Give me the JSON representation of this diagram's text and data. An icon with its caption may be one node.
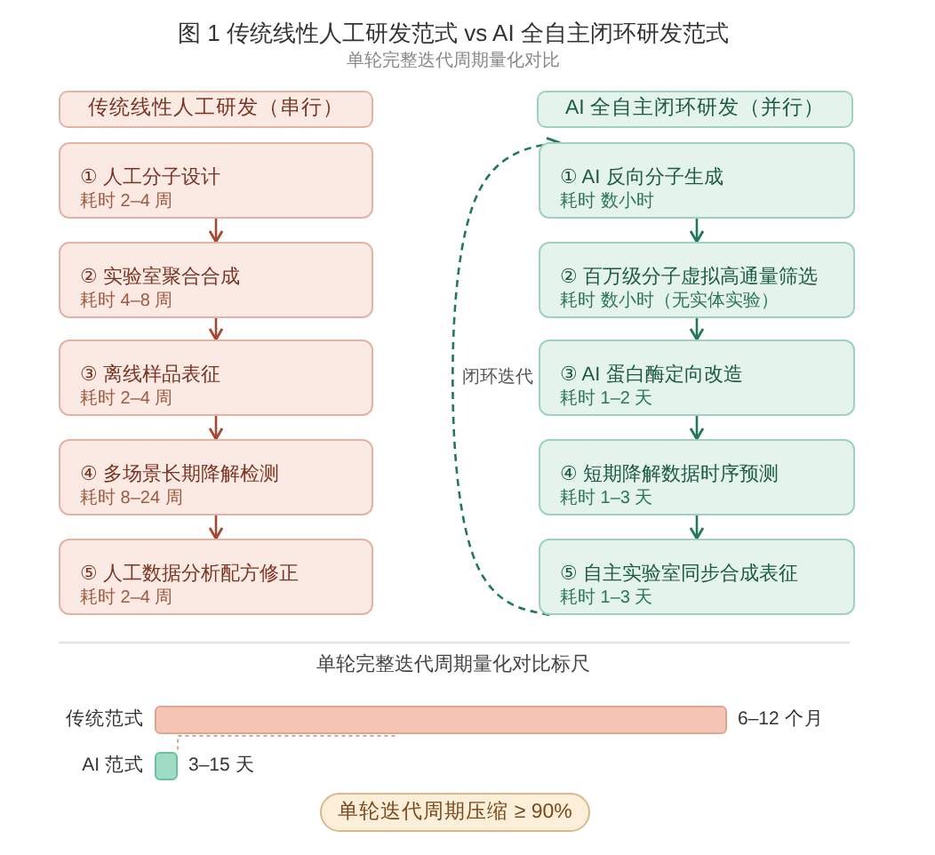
{
  "diagram": {
    "title": "图 1 传统线性人工研发范式 vs AI 全自主闭环研发范式",
    "nodes": [
      {
        "text": [
          "传统线性人工研发（串行）"
        ]
      },
      {
        "text": [
          "① 人工分子设计",
          "耗时 2–4 周"
        ]
      },
      {
        "text": [
          "② 实验室聚合合成",
          "耗时 4–8 周"
        ]
      },
      {
        "text": [
          "③ 离线样品表征",
          "耗时 2–4 周"
        ]
      },
      {
        "text": [
          "④ 多场景长期降解检测",
          "耗时 8–24 周"
        ]
      },
      {
        "text": [
          "⑤ 人工数据分析配方修正",
          "耗时 2–4 周"
        ]
      },
      {
        "text": [
          "AI 全自主闭环研发（并行）"
        ]
      },
      {
        "text": [
          "① AI 反向分子生成",
          "耗时 数小时"
        ]
      },
      {
        "text": [
          "② 百万级分子虚拟高通量筛选",
          "耗时 数小时（无实体实验）"
        ]
      },
      {
        "text": [
          "③ AI 蛋白酶定向改造",
          "耗时 1–2 天"
        ]
      },
      {
        "text": [
          "④ 短期降解数据时序预测",
          "耗时 1–3 天"
        ]
      },
      {
        "text": [
          "⑤ 自主实验室同步合成表征",
          "耗时 1–3 天"
        ]
      },
      {
        "text": [],
        "shape": "bar",
        "beside": [
          "传统范式",
          "6–12 个月"
        ]
      },
      {
        "text": [],
        "shape": "bar",
        "beside": [
          "AI 范式",
          "3–15 天"
        ]
      },
      {
        "text": [
          "单轮迭代周期压缩 ≥ 90%"
        ]
      }
    ],
    "edges": [
      {
        "from": 1,
        "to": 2,
        "arrow": "to",
        "color": "#a4482f"
      },
      {
        "from": 2,
        "to": 3,
        "arrow": "to",
        "color": "#a4482f"
      },
      {
        "from": 3,
        "to": 4,
        "arrow": "to",
        "color": "#a4482f"
      },
      {
        "from": 4,
        "to": 5,
        "arrow": "to",
        "color": "#a4482f"
      },
      {
        "from": 7,
        "to": 8,
        "arrow": "to",
        "color": "#1f7a55"
      },
      {
        "from": 8,
        "to": 9,
        "arrow": "to",
        "color": "#1f7a55"
      },
      {
        "from": 9,
        "to": 10,
        "arrow": "to",
        "color": "#1f7a55"
      },
      {
        "from": 10,
        "to": 11,
        "arrow": "to",
        "color": "#1f7a55"
      },
      {
        "from": 11,
        "to": 7,
        "arrow": "to",
        "label": "闭环迭代",
        "style": "dashed",
        "color": "#1f7a55"
      },
      {
        "from": 12,
        "to": 13,
        "arrow": "none",
        "style": "dashed",
        "color": "#d9a491"
      }
    ],
    "labels": [
      "单轮完整迭代周期量化对比",
      "单轮完整迭代周期量化对比标尺"
    ]
  }
}
